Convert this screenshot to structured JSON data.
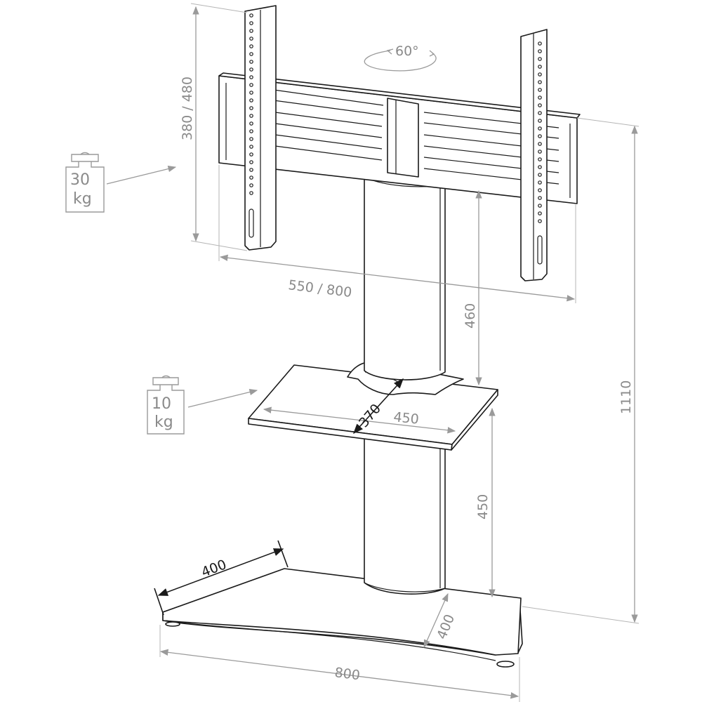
{
  "rotation": {
    "label": "60°"
  },
  "mount": {
    "height_label": "380 / 480",
    "width_label": "550 / 800"
  },
  "column": {
    "upper_height_label": "460",
    "lower_height_label": "450"
  },
  "overall_height_label": "1110",
  "shelf": {
    "depth_label": "370",
    "width_label": "450"
  },
  "base": {
    "depth_label_top": "400",
    "depth_label_side": "400",
    "width_label": "800"
  },
  "loads": {
    "mount": {
      "value": "30",
      "unit": "kg"
    },
    "shelf": {
      "value": "10",
      "unit": "kg"
    }
  },
  "colors": {
    "line": "#1a1a1a",
    "dimension": "#9a9a9a",
    "label": "#8a8a8a"
  }
}
